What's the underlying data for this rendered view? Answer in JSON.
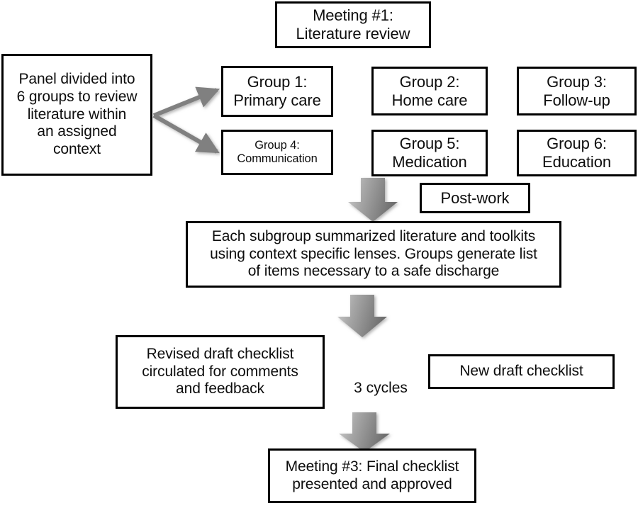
{
  "diagram": {
    "title": "Checklist development process flowchart",
    "background_color": "#ffffff",
    "box_border_color": "#000000",
    "text_color": "#0d0d0d",
    "arrow_color": "#808080"
  },
  "boxes": {
    "meeting1": "Meeting #1:\nLiterature review",
    "panel": "Panel divided into\n6 groups to review\nliterature within\nan assigned\ncontext",
    "group1": "Group 1:\nPrimary care",
    "group2": "Group 2:\nHome care",
    "group3": "Group 3:\nFollow-up",
    "group4": "Group 4:\nCommunication",
    "group5": "Group 5:\nMedication",
    "group6": "Group 6:\nEducation",
    "postwork": "Post-work",
    "subgroup_summary": "Each subgroup summarized literature and toolkits\nusing context specific lenses.  Groups generate list\nof items necessary to a safe discharge",
    "revised_draft": "Revised draft checklist\ncirculated for comments\nand feedback",
    "new_draft": "New draft checklist",
    "meeting3": "Meeting #3: Final checklist\npresented and approved"
  },
  "labels": {
    "cycles": "3 cycles"
  },
  "connectors": [
    {
      "name": "panel-to-group1",
      "type": "line-arrow",
      "from": "panel",
      "to": "group1"
    },
    {
      "name": "panel-to-group4",
      "type": "line-arrow",
      "from": "panel",
      "to": "group4"
    },
    {
      "name": "groups-to-subgroup-summary",
      "type": "block-arrow-down",
      "from": "group4",
      "to": "subgroup_summary"
    },
    {
      "name": "subgroup-summary-to-revised-draft",
      "type": "block-arrow-down",
      "from": "subgroup_summary",
      "to": "revised_draft"
    },
    {
      "name": "revised-to-new-draft",
      "type": "double-arrow",
      "from": "revised_draft",
      "to": "new_draft",
      "label": "3 cycles"
    },
    {
      "name": "revised-draft-to-meeting3",
      "type": "block-arrow-down",
      "from": "revised_draft",
      "to": "meeting3"
    }
  ]
}
